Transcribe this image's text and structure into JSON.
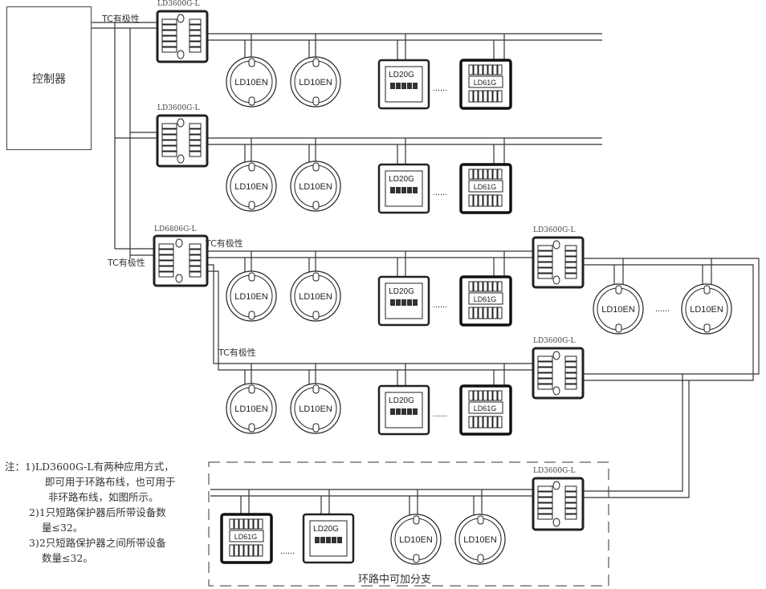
{
  "controller": {
    "label": "控制器"
  },
  "tc_label": "TC有极性",
  "devices": {
    "isolator": "LD3600G-L",
    "isolator6": "LD6806G-L",
    "detector": "LD10EN",
    "module20": "LD20G",
    "module61": "LD61G",
    "ellipsis": "......"
  },
  "branch_label": "环路中可加分支",
  "notes": [
    "注：1)LD3600G-L有两种应用方式，",
    "即可用于环路布线，也可用于",
    "非环路布线，如图所示。",
    "2)1只短路保护器后所带设备数",
    "量≤32。",
    "3)2只短路保护器之间所带设备",
    "数量≤32。"
  ]
}
